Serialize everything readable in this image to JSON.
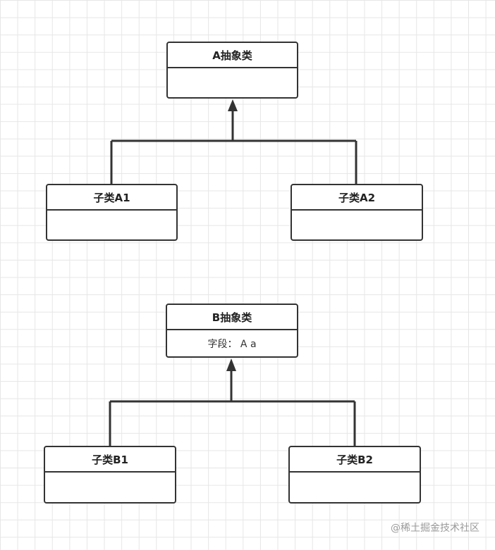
{
  "diagram": {
    "top": {
      "parent": {
        "title": "A抽象类",
        "field": ""
      },
      "children": [
        {
          "title": "子类A1",
          "field": ""
        },
        {
          "title": "子类A2",
          "field": ""
        }
      ]
    },
    "bottom": {
      "parent": {
        "title": "B抽象类",
        "field": "字段： A  a"
      },
      "children": [
        {
          "title": "子类B1",
          "field": ""
        },
        {
          "title": "子类B2",
          "field": ""
        }
      ]
    }
  },
  "watermark": "@稀土掘金技术社区",
  "colors": {
    "border": "#333333",
    "grid": "#e6e6e6",
    "watermark": "#9a9a9a"
  }
}
